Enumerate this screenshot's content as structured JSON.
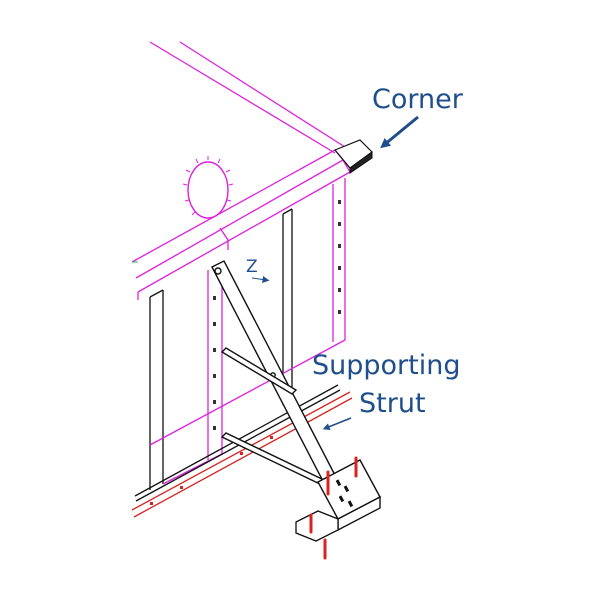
{
  "labels": {
    "corner": "Corner",
    "supporting_line1": "Supporting",
    "supporting_line2": "Strut",
    "axis_z": "Z"
  },
  "colors": {
    "tank_frame": "#e020e0",
    "steel": "#111111",
    "bolt_red": "#d8231f",
    "callout_blue": "#1f4e8c",
    "axis_green": "#2bb24c"
  },
  "icons": {
    "corner_arrow": "arrow-pointing-down-left-icon",
    "strut_arrow": "arrow-pointing-left-icon",
    "axis_arrow": "arrow-right-icon",
    "manhole": "manhole-cover-icon"
  }
}
